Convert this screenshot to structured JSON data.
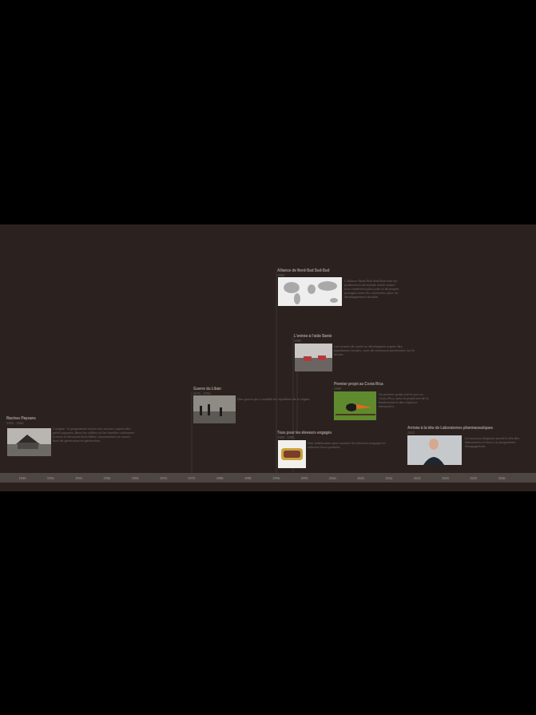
{
  "diagram": {
    "nodes": [
      {
        "text": [
          "Racines Paysans",
          "1950 - 1960",
          "L'origine : le programme trouve ses racines auprès des petits paysans, dans les vallées où les familles cultivaient la terre et élevaient leurs bêtes, transmettant un savoir-faire de génération en génération."
        ]
      },
      {
        "text": [
          "Guerre du Liban",
          "1975 - 1990",
          "Une guerre qui a modifié les équilibres de la région."
        ]
      },
      {
        "text": [
          "Alliance de Nord-Sud Sud-Sud",
          "1983",
          "L'alliance Nord-Sud Sud-Sud relie les producteurs du monde entier autour d'un commerce plus juste et de projets partagés entre les continents, pour un développement durable."
        ]
      },
      {
        "text": [
          "L'entrée à l'aide Santé",
          "1985",
          "Les actions de santé se développent auprès des populations locales, avec de nouveaux partenaires sur le terrain."
        ]
      },
      {
        "text": [
          "Premier projet au Costa Rica",
          "1989",
          "Un premier projet voit le jour au Costa Rica, pour la protection de la biodiversité et des espèces menacées."
        ]
      },
      {
        "text": [
          "Tous pour les éleveurs engagés",
          "1983 - 1985",
          "Une mobilisation pour soutenir les éleveurs engagés et valoriser leurs produits."
        ]
      },
      {
        "text": [
          "Arrivée à la tête de Laboratoires pharmaceutiques",
          "2012",
          "Le nouveau dirigeant prend la tête des laboratoires et lance un programme d'engagement."
        ]
      }
    ],
    "labels": [
      "1945",
      "1950",
      "1955",
      "1960",
      "1965",
      "1970",
      "1975",
      "1980",
      "1985",
      "1990",
      "1995",
      "2000",
      "2005",
      "2010",
      "2015",
      "2020",
      "2025",
      "2030"
    ]
  }
}
